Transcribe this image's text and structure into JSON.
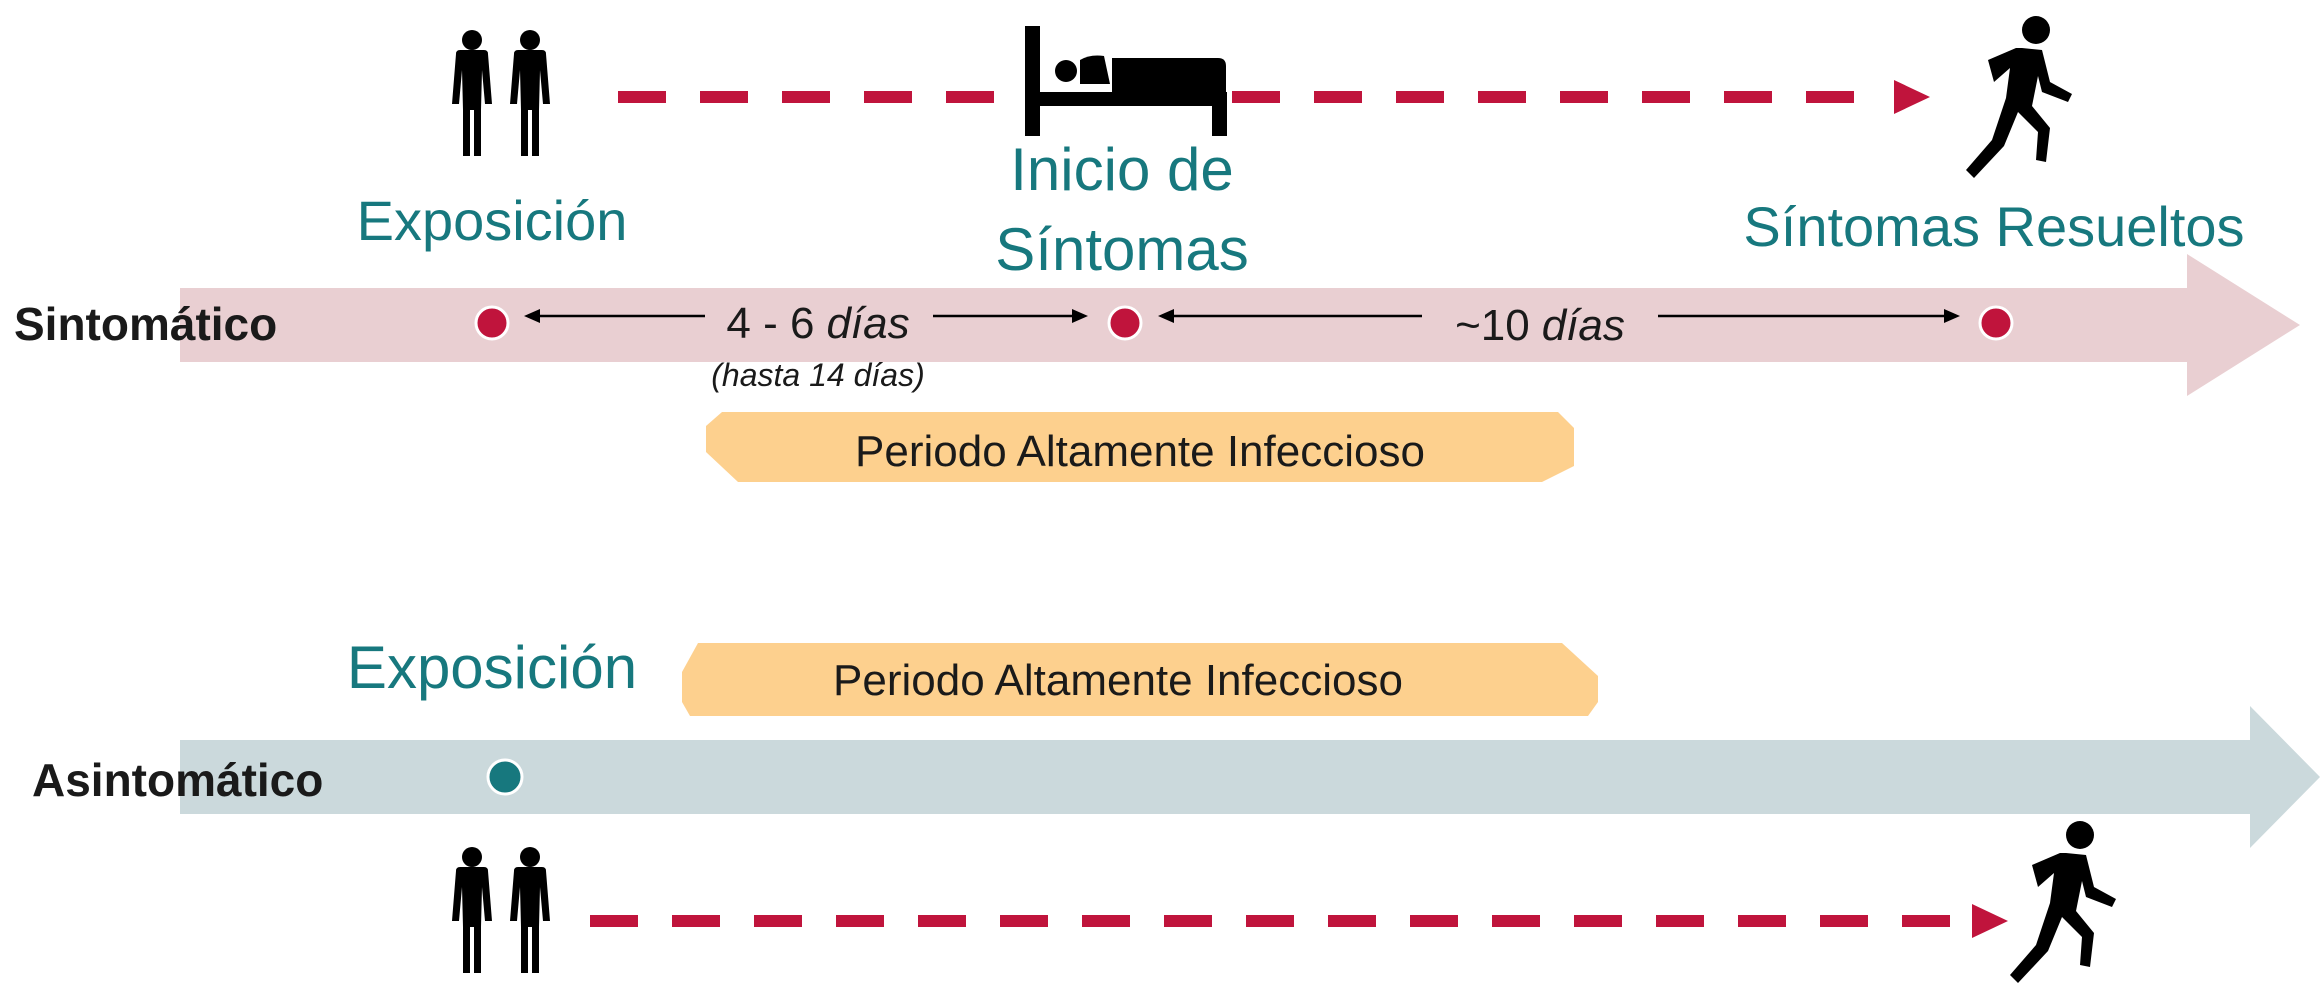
{
  "colors": {
    "teal": "#17787e",
    "dashed_red": "#c0143c",
    "dot_red": "#c0143c",
    "dot_teal": "#17787e",
    "pink_arrow": "#e9cfd2",
    "gray_arrow": "#cbd9dc",
    "peach_band": "#fdd08e",
    "icon": "#000000"
  },
  "symptomatic": {
    "row_label": "Sintomático",
    "exposure_label": "Exposición",
    "onset_label_line1": "Inicio de",
    "onset_label_line2": "Síntomas",
    "resolved_label": "Síntomas Resueltos",
    "incubation_days": "4 - 6",
    "incubation_unit": "días",
    "incubation_note": "(hasta 14 días)",
    "recovery_days": "~10",
    "recovery_unit": "días",
    "infectious_period": "Periodo Altamente Infeccioso",
    "icons": [
      "two-people-icon",
      "bed-icon",
      "walking-person-icon"
    ]
  },
  "asymptomatic": {
    "row_label": "Asintomático",
    "exposure_label": "Exposición",
    "infectious_period": "Periodo Altamente Infeccioso",
    "icons": [
      "two-people-icon",
      "walking-person-icon"
    ]
  }
}
